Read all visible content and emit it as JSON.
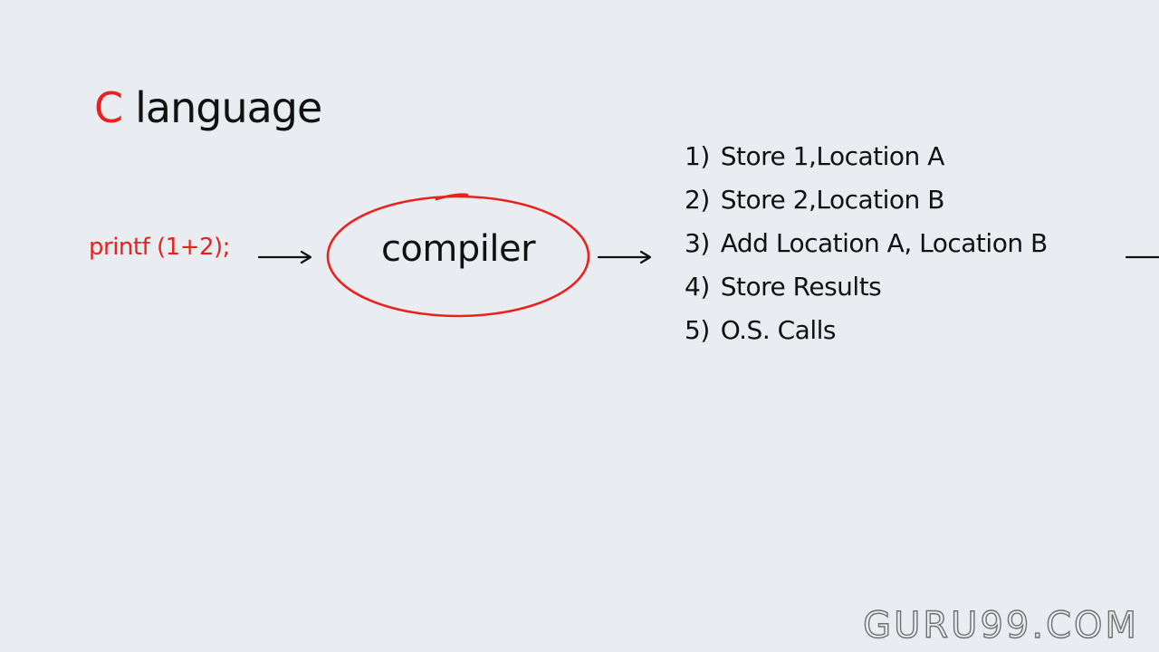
{
  "title": {
    "letter": "C",
    "rest": "language"
  },
  "source_code": "printf (1+2);",
  "compiler_label": "compiler",
  "steps": [
    {
      "num": "1)",
      "text": "Store 1,Location A"
    },
    {
      "num": "2)",
      "text": "Store 2,Location B"
    },
    {
      "num": "3)",
      "text": "Add Location A, Location B"
    },
    {
      "num": "4)",
      "text": "Store Results"
    },
    {
      "num": "5)",
      "text": "O.S. Calls"
    }
  ],
  "watermark": "GURU99.COM",
  "colors": {
    "accent_red": "#e8231e",
    "ink": "#111111",
    "background": "#e9edf1"
  }
}
